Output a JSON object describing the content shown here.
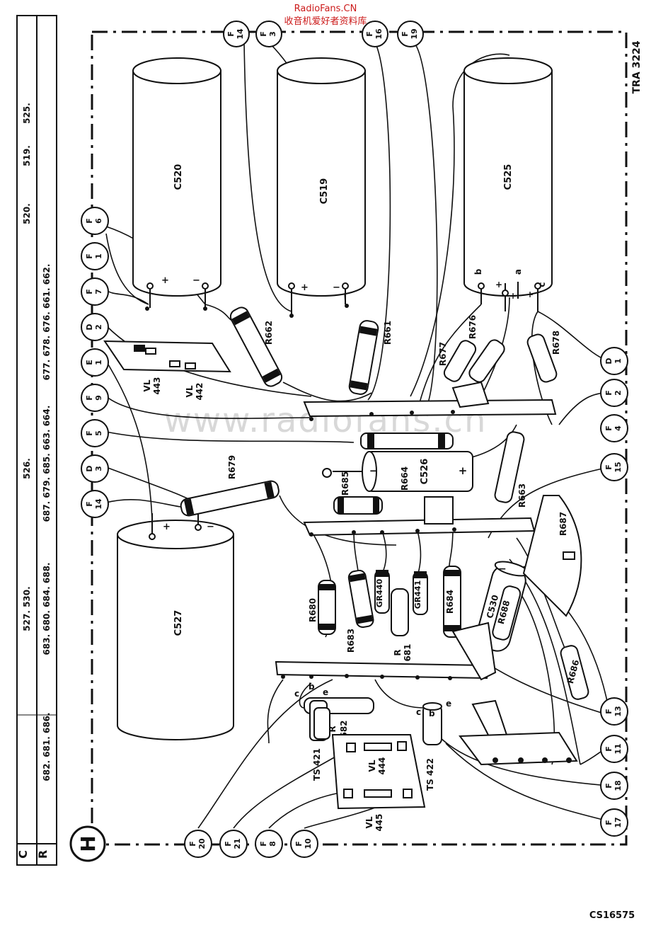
{
  "watermark": {
    "site": "RadioFans.CN",
    "cn": "收音机爱好者资料库",
    "faint": "www.radiofans.cn"
  },
  "doc_code": "TRA 3224",
  "footer_code": "CS16575",
  "table": {
    "row_c_header": "C",
    "row_r_header": "R",
    "c_groups": [
      "527. 530.",
      "526.",
      "520.",
      "519.",
      "525."
    ],
    "r_groups": [
      "682. 681. 686.",
      "683. 680. 684. 688.",
      "687. 679. 685. 663. 664.",
      "677. 678. 676. 661. 662."
    ]
  },
  "section_marker": "H",
  "connectors_top": [
    {
      "l1": "F",
      "l2": "14"
    },
    {
      "l1": "F",
      "l2": "3"
    },
    {
      "l1": "F",
      "l2": "16"
    },
    {
      "l1": "F",
      "l2": "19"
    }
  ],
  "connectors_left": [
    {
      "l1": "F",
      "l2": "6"
    },
    {
      "l1": "F",
      "l2": "1"
    },
    {
      "l1": "F",
      "l2": "7"
    },
    {
      "l1": "D",
      "l2": "2"
    },
    {
      "l1": "E",
      "l2": "1"
    },
    {
      "l1": "F",
      "l2": "9"
    },
    {
      "l1": "F",
      "l2": "5"
    },
    {
      "l1": "D",
      "l2": "3"
    },
    {
      "l1": "F",
      "l2": "14"
    }
  ],
  "connectors_right": [
    {
      "l1": "D",
      "l2": "1"
    },
    {
      "l1": "F",
      "l2": "2"
    },
    {
      "l1": "F",
      "l2": "4"
    },
    {
      "l1": "F",
      "l2": "15"
    },
    {
      "l1": "F",
      "l2": "13"
    },
    {
      "l1": "F",
      "l2": "11"
    },
    {
      "l1": "F",
      "l2": "18"
    },
    {
      "l1": "F",
      "l2": "17"
    }
  ],
  "connectors_bottom": [
    {
      "l1": "F",
      "l2": "20"
    },
    {
      "l1": "F",
      "l2": "21"
    },
    {
      "l1": "F",
      "l2": "8"
    },
    {
      "l1": "F",
      "l2": "10"
    }
  ],
  "capacitors": {
    "c520": "C520",
    "c519": "C519",
    "c525": "C525",
    "c527": "C527",
    "c526": "C526",
    "c530": "C530"
  },
  "resistors": {
    "r662": "R662",
    "r661": "R661",
    "r677": "R677",
    "r676": "R676",
    "r678": "R678",
    "r664": "R664",
    "r685": "R685",
    "r679": "R679",
    "r663": "R663",
    "r687": "R687",
    "r680": "R680",
    "r683": "R683",
    "r681a": "R",
    "r681b": "681",
    "r684": "R684",
    "r688": "R688",
    "r686": "R686",
    "r682a": "R",
    "r682b": "682"
  },
  "diodes": {
    "gr440": "GR440",
    "gr441": "GR441"
  },
  "lamps": {
    "vl443a": "VL",
    "vl443b": "443",
    "vl442a": "VL",
    "vl442b": "442",
    "vl444a": "VL",
    "vl444b": "444",
    "vl445a": "VL",
    "vl445b": "445"
  },
  "transistors": {
    "ts421": "TS 421",
    "ts422": "TS 422"
  },
  "pins": {
    "plus": "+",
    "minus": "−",
    "a": "a",
    "b": "b",
    "c": "c",
    "e": "e"
  }
}
